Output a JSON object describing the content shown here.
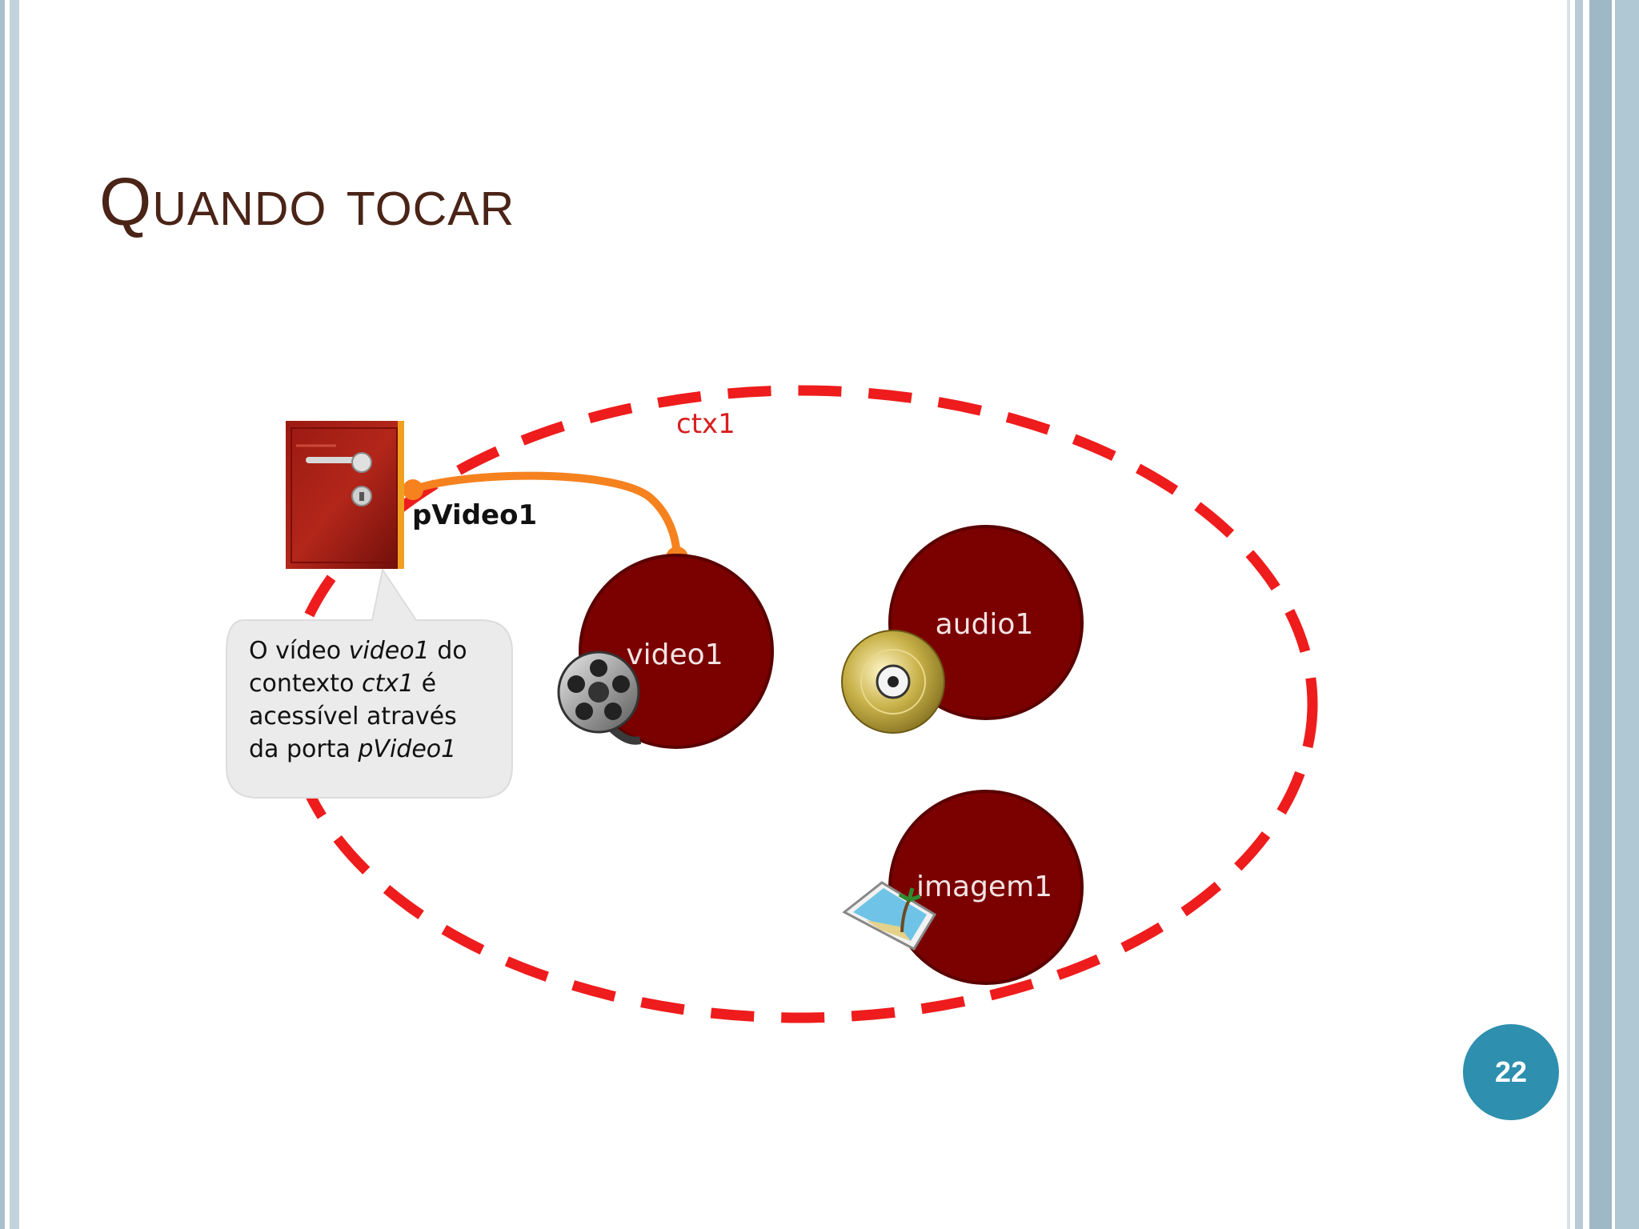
{
  "slide": {
    "title": "Quando tocar",
    "page_number": "22"
  },
  "diagram": {
    "context": {
      "label": "ctx1",
      "color": "#ee1c1c"
    },
    "port": {
      "label": "pVideo1",
      "link_color": "#f5821f"
    },
    "nodes": [
      {
        "id": "video1",
        "label": "video1",
        "icon": "film-reel-icon"
      },
      {
        "id": "audio1",
        "label": "audio1",
        "icon": "cd-disc-icon"
      },
      {
        "id": "imagem1",
        "label": "imagem1",
        "icon": "picture-icon"
      }
    ],
    "node_color": "#7b0000",
    "callout": {
      "line1": {
        "a": "O vídeo ",
        "b": "video1",
        "c": " do"
      },
      "line2": {
        "a": "contexto ",
        "b": "ctx1",
        "c": " é"
      },
      "line3": {
        "a": "acessível através"
      },
      "line4": {
        "a": "da porta ",
        "b": "pVideo1"
      }
    }
  }
}
